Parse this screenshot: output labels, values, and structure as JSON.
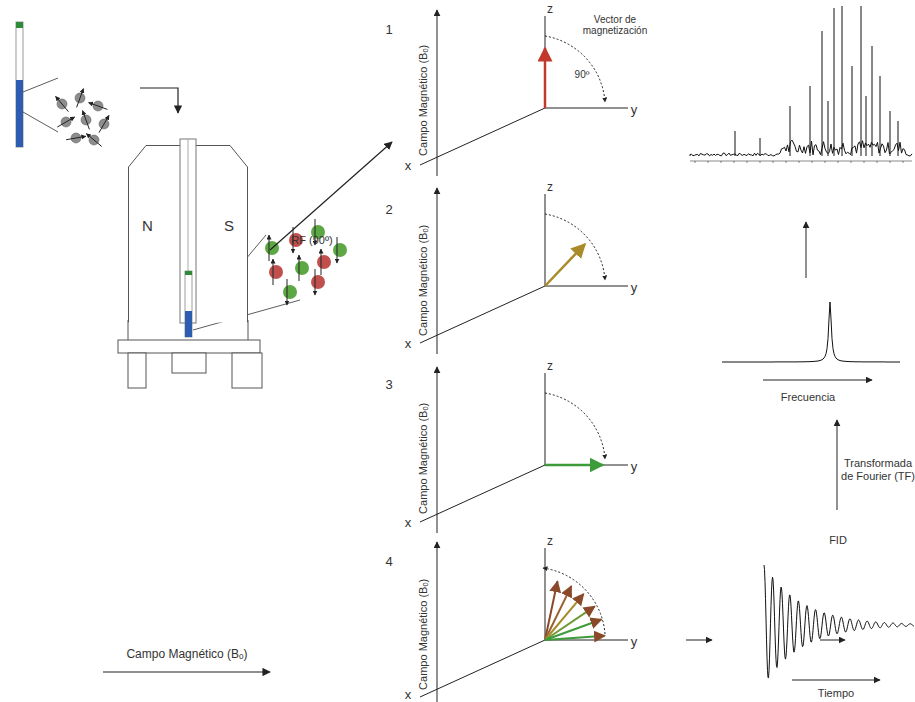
{
  "diagram": {
    "nodes": [
      {
        "text": [
          "N",
          "S"
        ]
      }
    ],
    "edges": [],
    "labels": [
      "Campo Magnético (Bₒ)",
      "RF (90º)",
      "1",
      "Campo Magnético (Bₒ)",
      "z",
      "y",
      "x",
      "Vector de magnetización",
      "90º",
      "2",
      "Campo Magnético (Bₒ)",
      "z",
      "y",
      "x",
      "3",
      "Campo Magnético (Bₒ)",
      "z",
      "y",
      "x",
      "4",
      "Campo Magnético (Bₒ)",
      "z",
      "y",
      "x",
      "Frecuencia",
      "Transformada de Fourier (TF)",
      "FID",
      "Tiempo"
    ]
  }
}
